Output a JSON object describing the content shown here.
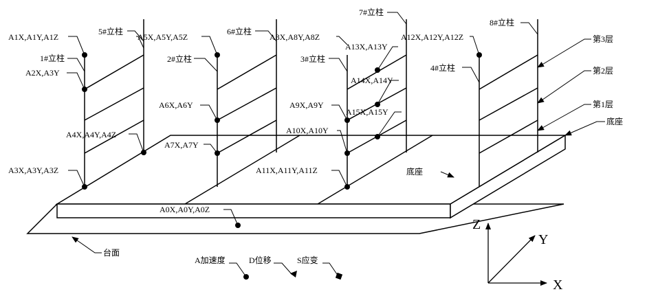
{
  "columns": {
    "c1": "1#立柱",
    "c2": "2#立柱",
    "c3": "3#立柱",
    "c4": "4#立柱",
    "c5": "5#立柱",
    "c6": "6#立柱",
    "c7": "7#立柱",
    "c8": "8#立柱"
  },
  "layers": {
    "l3": "第3层",
    "l2": "第2层",
    "l1": "第1层"
  },
  "base": {
    "right_label": "底座",
    "inner_label": "底座"
  },
  "table_label": "台面",
  "sensors": {
    "a1": "A1X,A1Y,A1Z",
    "a2": "A2X,A3Y",
    "a3": "A3X,A3Y,A3Z",
    "a4": "A4X,A4Y,A4Z",
    "a5": "A5X,A5Y,A5Z",
    "a6": "A6X,A6Y",
    "a7": "A7X,A7Y",
    "a8": "A8X,A8Y,A8Z",
    "a9": "A9X,A9Y",
    "a10": "A10X,A10Y",
    "a11": "A11X,A11Y,A11Z",
    "a12": "A12X,A12Y,A12Z",
    "a13": "A13X,A13Y",
    "a14": "A14X,A14Y",
    "a15": "A15X,A15Y",
    "a0": "A0X,A0Y,A0Z"
  },
  "legend": {
    "accel": "A加速度",
    "disp": "D位移",
    "strain": "S应变"
  },
  "axes": {
    "z": "Z",
    "y": "Y",
    "x": "X"
  }
}
